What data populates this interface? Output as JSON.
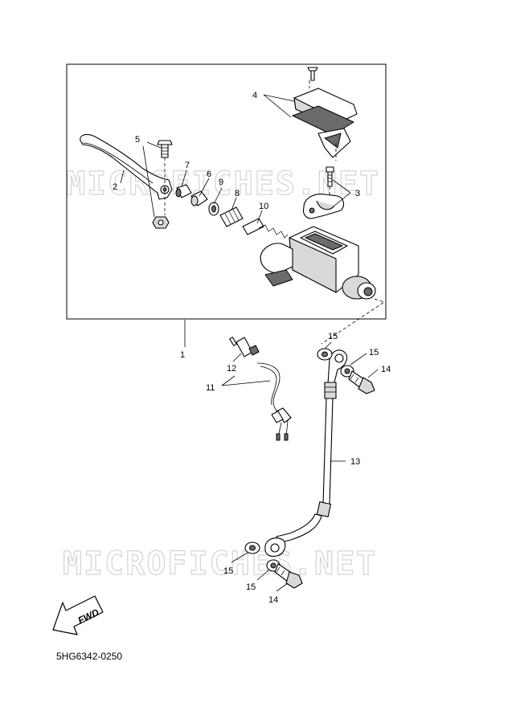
{
  "watermark": "MICROFICHES.NET",
  "diagram_code": "5HG6342-0250",
  "direction_label": "FWD",
  "callouts": {
    "c1": "1",
    "c2": "2",
    "c3": "3",
    "c4": "4",
    "c5": "5",
    "c6": "6",
    "c7": "7",
    "c8": "8",
    "c9": "9",
    "c10": "10",
    "c11": "11",
    "c12": "12",
    "c13": "13",
    "c14a": "14",
    "c14b": "14",
    "c15a": "15",
    "c15b": "15",
    "c15c": "15",
    "c15d": "15"
  }
}
